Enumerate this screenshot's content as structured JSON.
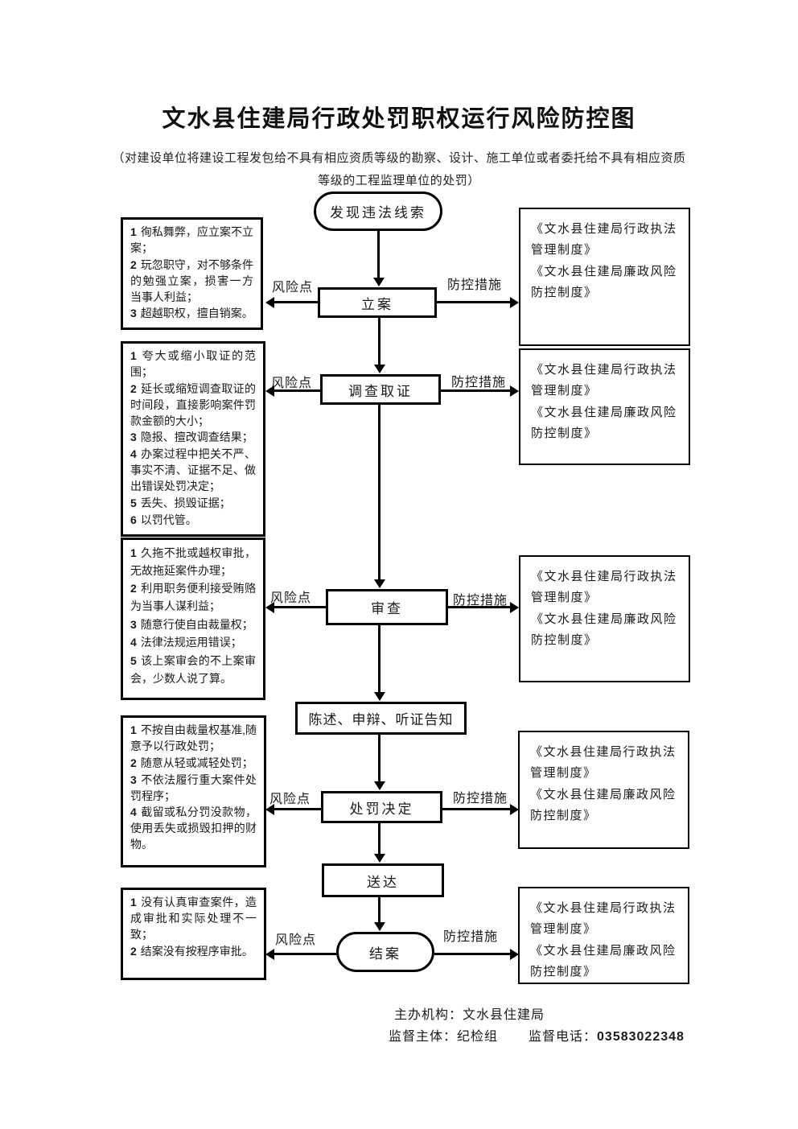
{
  "title": "文水县住建局行政处罚职权运行风险防控图",
  "subtitle": {
    "line1": "（对建设单位将建设工程发包给不具有相应资质等级的勘察、设计、施工单位或者委托给不具有相应资质",
    "line2": "等级的工程监理单位的处罚）"
  },
  "arrow_labels": {
    "risk": "风险点",
    "control": "防控措施"
  },
  "flow": {
    "start": "发现违法线索",
    "steps": [
      "立案",
      "调查取证",
      "审查",
      "陈述、申辩、听证告知",
      "处罚决定",
      "送达"
    ],
    "end": "结案"
  },
  "risk_boxes": [
    {
      "items": [
        {
          "num": "1",
          "text": "徇私舞弊，应立案不立案；"
        },
        {
          "num": "2",
          "text": "玩忽职守，对不够条件的勉强立案，损害一方当事人利益；"
        },
        {
          "num": "3",
          "text": "超越职权，擅自销案。"
        }
      ]
    },
    {
      "items": [
        {
          "num": "1",
          "text": "夸大或缩小取证的范围；"
        },
        {
          "num": "2",
          "text": "延长或缩短调查取证的时间段，直接影响案件罚款金额的大小；"
        },
        {
          "num": "3",
          "text": "隐报、擅改调查结果；"
        },
        {
          "num": "4",
          "text": "办案过程中把关不严、事实不清、证据不足、做出错误处罚决定；"
        },
        {
          "num": "5",
          "text": "丢失、损毁证据；"
        },
        {
          "num": "6",
          "text": "以罚代管。"
        }
      ]
    },
    {
      "items": [
        {
          "num": "1",
          "text": "久拖不批或越权审批，无故拖延案件办理；"
        },
        {
          "num": "2",
          "text": "利用职务便利接受贿赂为当事人谋利益；"
        },
        {
          "num": "3",
          "text": "随意行使自由裁量权；"
        },
        {
          "num": "4",
          "text": "法律法规运用错误；"
        },
        {
          "num": "5",
          "text": "该上案审会的不上案审会，少数人说了算。"
        }
      ]
    },
    {
      "items": [
        {
          "num": "1",
          "text": "不按自由裁量权基准,随意予以行政处罚；"
        },
        {
          "num": "2",
          "text": "随意从轻或减轻处罚；"
        },
        {
          "num": "3",
          "text": "不依法履行重大案件处罚程序；"
        },
        {
          "num": "4",
          "text": "截留或私分罚没款物，使用丢失或损毁扣押的财物。"
        }
      ]
    },
    {
      "items": [
        {
          "num": "1",
          "text": "没有认真审查案件，造成审批和实际处理不一致；"
        },
        {
          "num": "2",
          "text": "结案没有按程序审批。"
        }
      ]
    }
  ],
  "control_boxes": [
    {
      "docs": [
        "《文水县住建局行政执法管理制度》",
        "《文水县住建局廉政风险防控制度》"
      ]
    },
    {
      "docs": [
        "《文水县住建局行政执法管理制度》",
        "《文水县住建局廉政风险防控制度》"
      ]
    },
    {
      "docs": [
        "《文水县住建局行政执法管理制度》",
        "《文水县住建局廉政风险防控制度》"
      ]
    },
    {
      "docs": [
        "《文水县住建局行政执法管理制度》",
        "《文水县住建局廉政风险防控制度》"
      ]
    },
    {
      "docs": [
        "《文水县住建局行政执法管理制度》",
        "《文水县住建局廉政风险防控制度》"
      ]
    }
  ],
  "footer": {
    "organizer": "主办机构：文水县住建局",
    "supervisor": "监督主体：纪检组",
    "phone_label": "监督电话：",
    "phone_number": "03583022348"
  }
}
